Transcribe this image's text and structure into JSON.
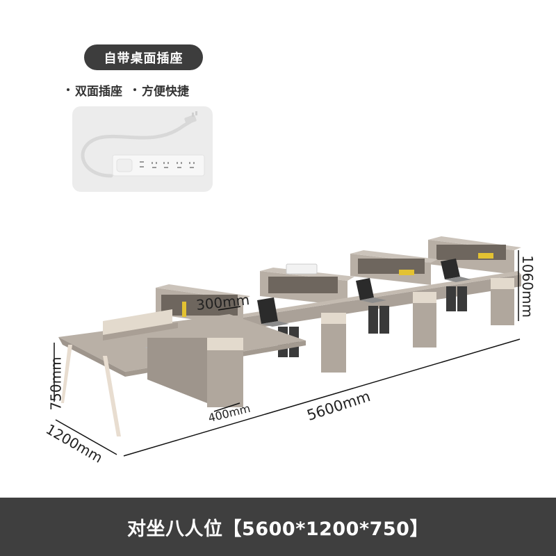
{
  "header": {
    "badge_label": "自带桌面插座"
  },
  "features": [
    {
      "label": "双面插座"
    },
    {
      "label": "方便快捷"
    }
  ],
  "socket_image": {
    "icon": "power-strip-icon",
    "background": "#ececec"
  },
  "product_image": {
    "icon": "office-workstation-desk-icon",
    "wood_color": "#b5aca3",
    "panel_color": "#e3dacd"
  },
  "dimensions": {
    "shelf_depth": "300mm",
    "cabinet_width": "400mm",
    "total_length": "5600mm",
    "desk_height": "750mm",
    "desk_depth": "1200mm",
    "shelf_height": "1060mm"
  },
  "footer": {
    "title": "对坐八人位【5600*1200*750】",
    "background": "#3f3f3f"
  }
}
